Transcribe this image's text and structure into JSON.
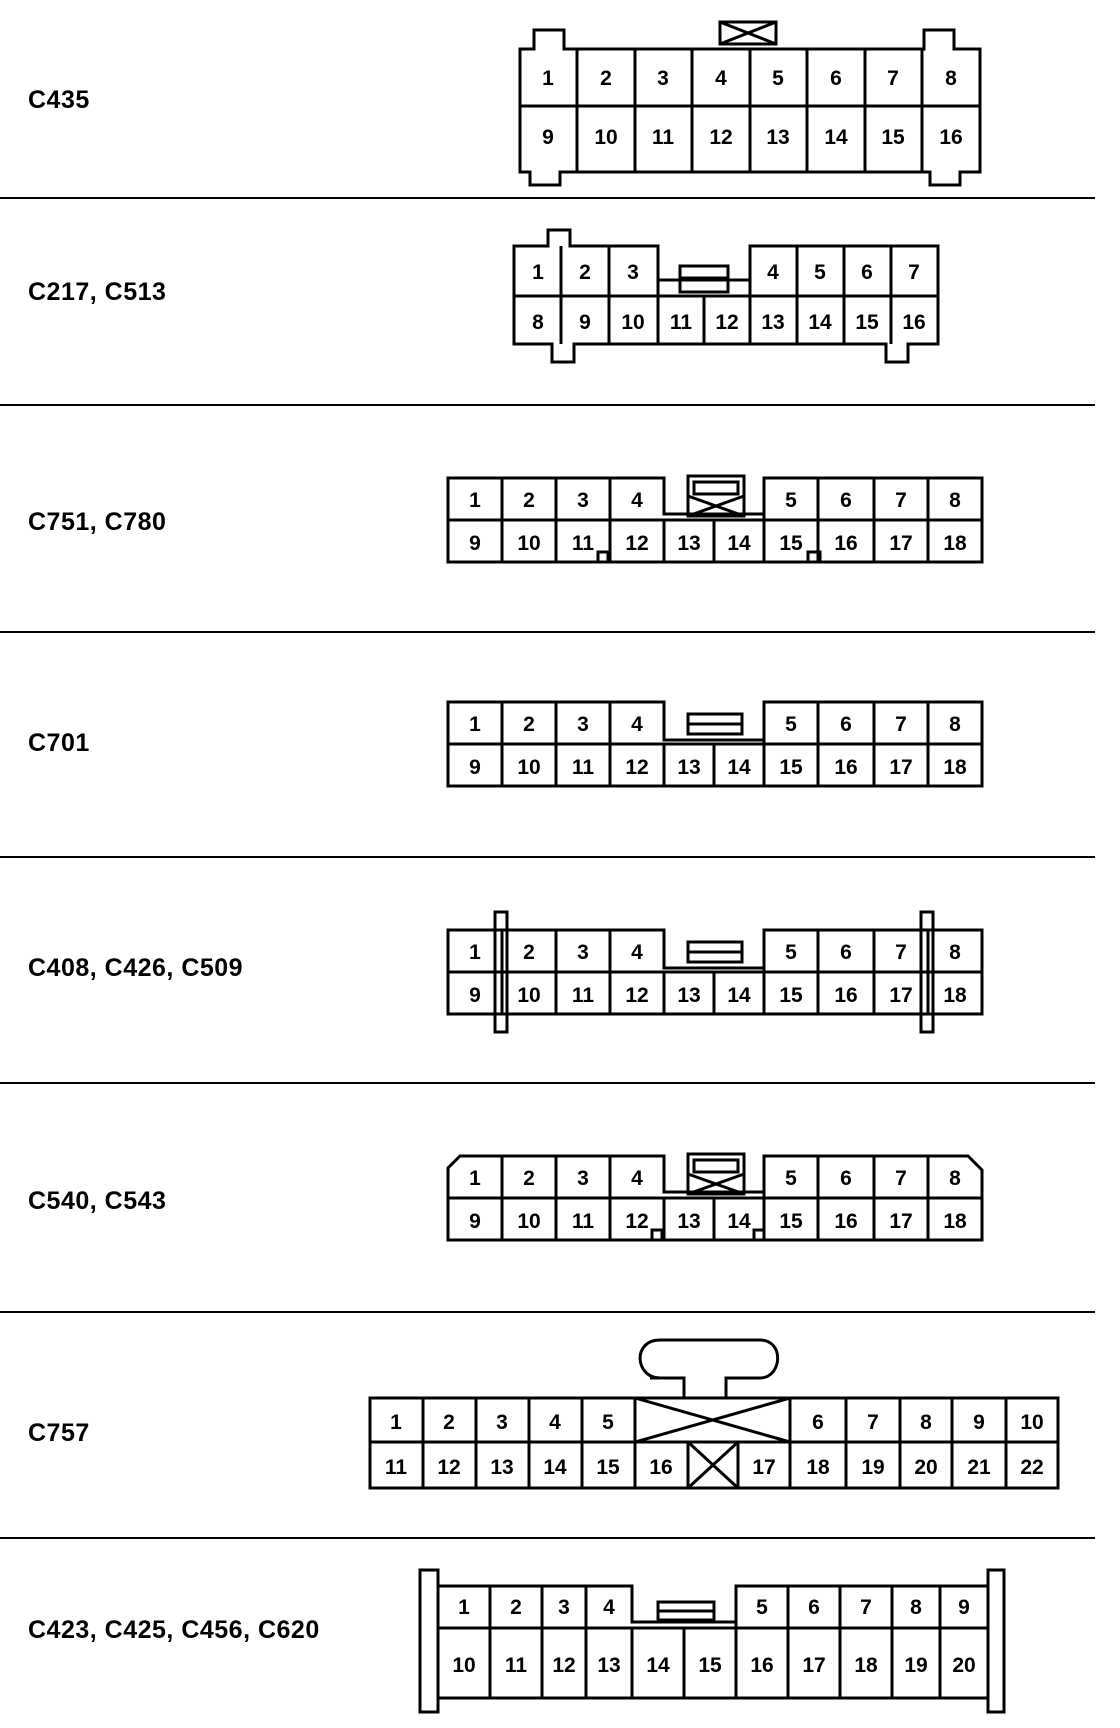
{
  "connectors": [
    {
      "label": "C435",
      "top_pins": [
        "1",
        "2",
        "3",
        "4",
        "5",
        "6",
        "7",
        "8"
      ],
      "bottom_pins": [
        "9",
        "10",
        "11",
        "12",
        "13",
        "14",
        "15",
        "16"
      ]
    },
    {
      "label": "C217, C513",
      "top_pins": [
        "1",
        "2",
        "3",
        "",
        "4",
        "5",
        "6",
        "7"
      ],
      "bottom_pins": [
        "8",
        "9",
        "10",
        "11",
        "12",
        "13",
        "14",
        "15",
        "16"
      ]
    },
    {
      "label": "C751, C780",
      "top_pins": [
        "1",
        "2",
        "3",
        "4",
        "",
        "5",
        "6",
        "7",
        "8"
      ],
      "bottom_pins": [
        "9",
        "10",
        "11",
        "12",
        "13",
        "14",
        "15",
        "16",
        "17",
        "18"
      ]
    },
    {
      "label": "C701",
      "top_pins": [
        "1",
        "2",
        "3",
        "4",
        "",
        "5",
        "6",
        "7",
        "8"
      ],
      "bottom_pins": [
        "9",
        "10",
        "11",
        "12",
        "13",
        "14",
        "15",
        "16",
        "17",
        "18"
      ]
    },
    {
      "label": "C408, C426, C509",
      "top_pins": [
        "1",
        "2",
        "3",
        "4",
        "",
        "5",
        "6",
        "7",
        "8"
      ],
      "bottom_pins": [
        "9",
        "10",
        "11",
        "12",
        "13",
        "14",
        "15",
        "16",
        "17",
        "18"
      ]
    },
    {
      "label": "C540, C543",
      "top_pins": [
        "1",
        "2",
        "3",
        "4",
        "",
        "5",
        "6",
        "7",
        "8"
      ],
      "bottom_pins": [
        "9",
        "10",
        "11",
        "12",
        "13",
        "14",
        "15",
        "16",
        "17",
        "18"
      ]
    },
    {
      "label": "C757",
      "top_pins": [
        "1",
        "2",
        "3",
        "4",
        "5",
        "6",
        "7",
        "8",
        "9",
        "10"
      ],
      "bottom_pins": [
        "11",
        "12",
        "13",
        "14",
        "15",
        "16",
        "17",
        "18",
        "19",
        "20",
        "21",
        "22"
      ]
    },
    {
      "label": "C423, C425, C456, C620",
      "top_pins": [
        "1",
        "2",
        "3",
        "4",
        "",
        "5",
        "6",
        "7",
        "8",
        "9"
      ],
      "bottom_pins": [
        "10",
        "11",
        "12",
        "13",
        "14",
        "15",
        "16",
        "17",
        "18",
        "19",
        "20"
      ]
    }
  ]
}
